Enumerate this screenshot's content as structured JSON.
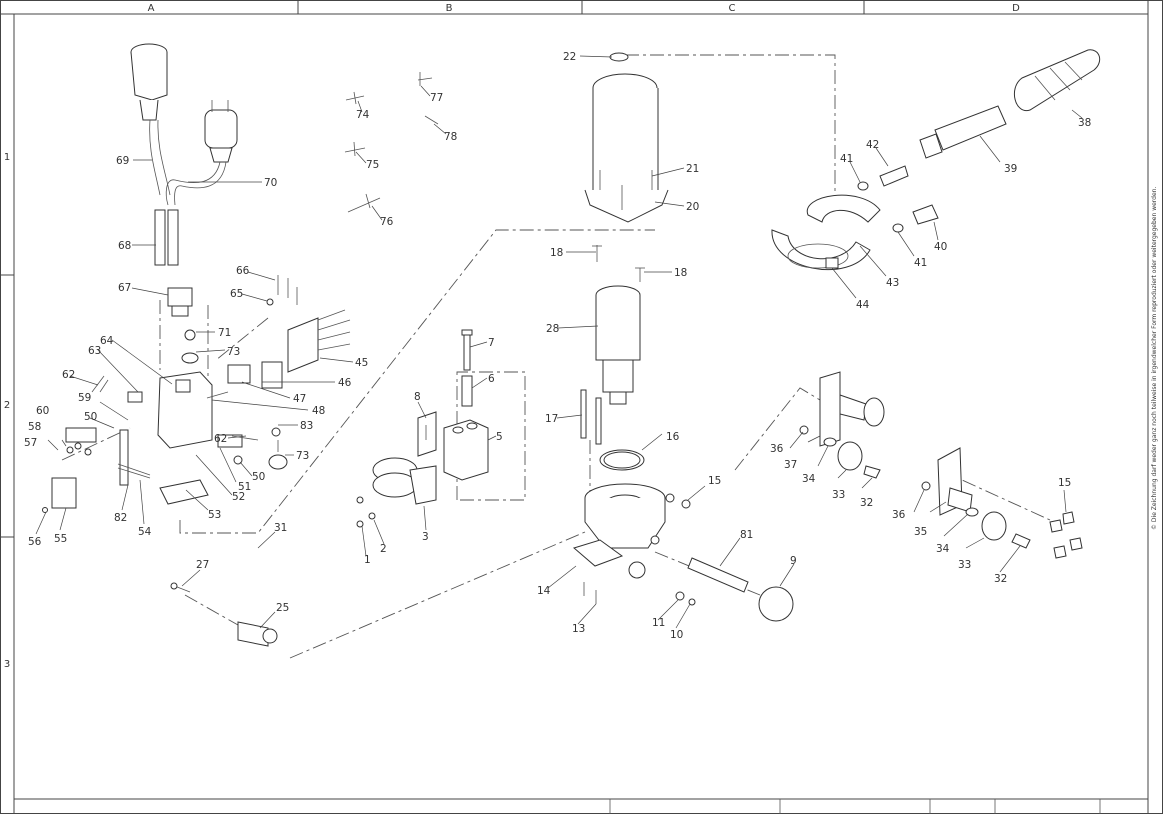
{
  "grid_columns": [
    "A",
    "B",
    "C",
    "D"
  ],
  "grid_rows": [
    "1",
    "2",
    "3"
  ],
  "side_note": "© Die Zeichnung darf weder ganz noch teilweise in irgendwelcher Form reproduziert oder weitergegeben werden.",
  "labels": {
    "p1": "1",
    "p2": "2",
    "p3": "3",
    "p5": "5",
    "p6": "6",
    "p7": "7",
    "p8": "8",
    "p9": "9",
    "p10": "10",
    "p11": "11",
    "p13": "13",
    "p14": "14",
    "p15a": "15",
    "p15b": "15",
    "p16": "16",
    "p17": "17",
    "p18a": "18",
    "p18b": "18",
    "p20": "20",
    "p21": "21",
    "p22": "22",
    "p25": "25",
    "p27": "27",
    "p28": "28",
    "p31": "31",
    "p32a": "32",
    "p32b": "32",
    "p33a": "33",
    "p33b": "33",
    "p34a": "34",
    "p34b": "34",
    "p35": "35",
    "p36a": "36",
    "p36b": "36",
    "p37": "37",
    "p38": "38",
    "p39": "39",
    "p40": "40",
    "p41a": "41",
    "p41b": "41",
    "p42": "42",
    "p43": "43",
    "p44": "44",
    "p45": "45",
    "p46": "46",
    "p47": "47",
    "p48": "48",
    "p50a": "50",
    "p50b": "50",
    "p51": "51",
    "p52": "52",
    "p53": "53",
    "p54": "54",
    "p55": "55",
    "p56": "56",
    "p57": "57",
    "p58": "58",
    "p59": "59",
    "p60": "60",
    "p62a": "62",
    "p62b": "62",
    "p63": "63",
    "p64": "64",
    "p65": "65",
    "p66": "66",
    "p67": "67",
    "p68": "68",
    "p69": "69",
    "p70": "70",
    "p71": "71",
    "p73a": "73",
    "p73b": "73",
    "p74": "74",
    "p75": "75",
    "p76": "76",
    "p77": "77",
    "p78": "78",
    "p81": "81",
    "p82": "82",
    "p83": "83"
  }
}
